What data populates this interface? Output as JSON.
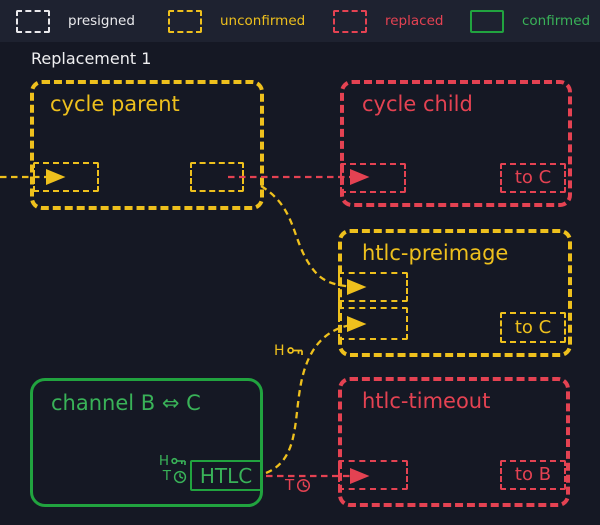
{
  "colors": {
    "background": "#151824",
    "legend_bg": "#1e2230",
    "presigned": "#e9e9ec",
    "unconfirmed": "#eec01d",
    "replaced": "#e44252",
    "confirmed": "#21a33f",
    "confirmed_text": "#39b258",
    "text": "#efeff1"
  },
  "legend": {
    "items": [
      {
        "label": "presigned"
      },
      {
        "label": "unconfirmed"
      },
      {
        "label": "replaced"
      },
      {
        "label": "confirmed"
      }
    ]
  },
  "title": "Replacement 1",
  "nodes": {
    "cycle_parent": {
      "title": "cycle parent"
    },
    "cycle_child": {
      "title": "cycle child",
      "to": "to C"
    },
    "htlc_preimage": {
      "title": "htlc-preimage",
      "to": "to C"
    },
    "channel": {
      "title": "channel B ⇔ C",
      "htlc": "HTLC",
      "hash_hint": "H",
      "time_hint": "T"
    },
    "htlc_timeout": {
      "title": "htlc-timeout",
      "to": "to B"
    }
  },
  "annotations": {
    "preimage_spend_hint": "H",
    "timeout_spend_hint": "T"
  }
}
